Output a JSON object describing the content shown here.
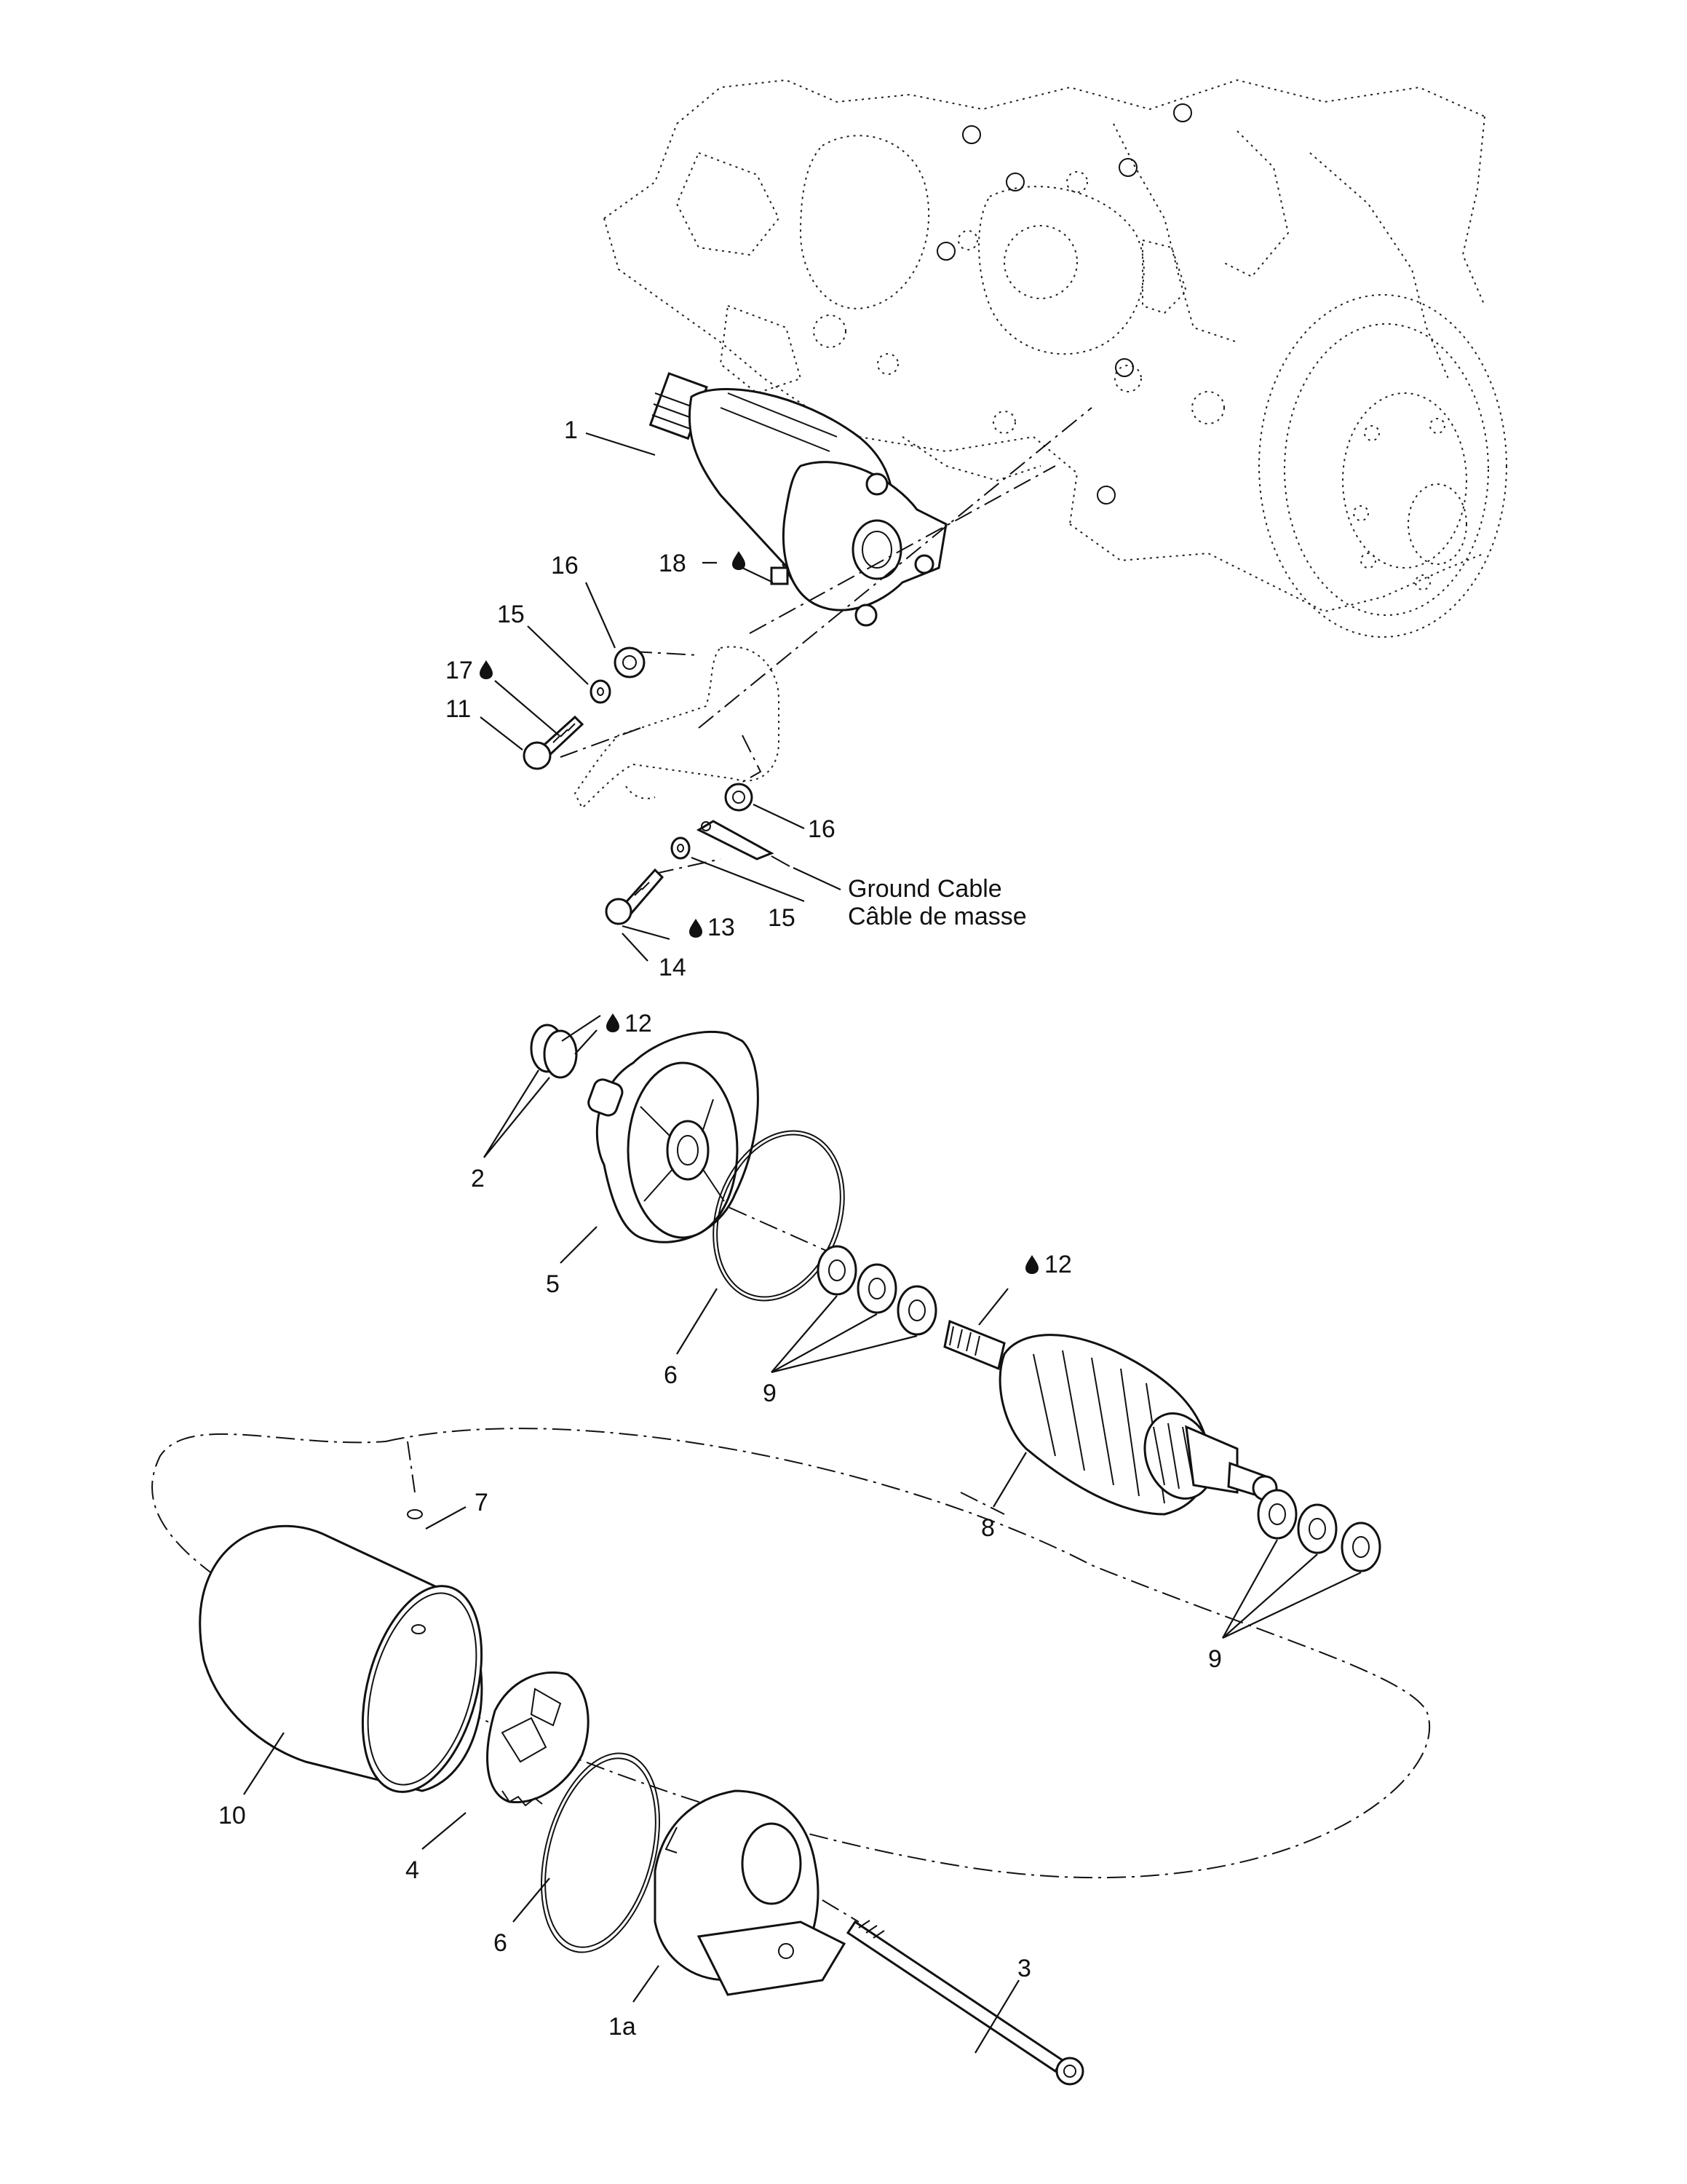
{
  "labels": {
    "l1": "1",
    "l18": "18",
    "l16a": "16",
    "l15a": "15",
    "l17": "17",
    "l11": "11",
    "l16b": "16",
    "l15b": "15",
    "l13": "13",
    "l14": "14",
    "ground_en": "Ground Cable",
    "ground_fr": "Câble de masse",
    "l12a": "12",
    "l2": "2",
    "l5": "5",
    "l6a": "6",
    "l9a": "9",
    "l12b": "12",
    "l8": "8",
    "l7": "7",
    "l9b": "9",
    "l10": "10",
    "l4": "4",
    "l6b": "6",
    "l3": "3",
    "l1a": "1a"
  },
  "icons": [
    "drop-icon"
  ]
}
